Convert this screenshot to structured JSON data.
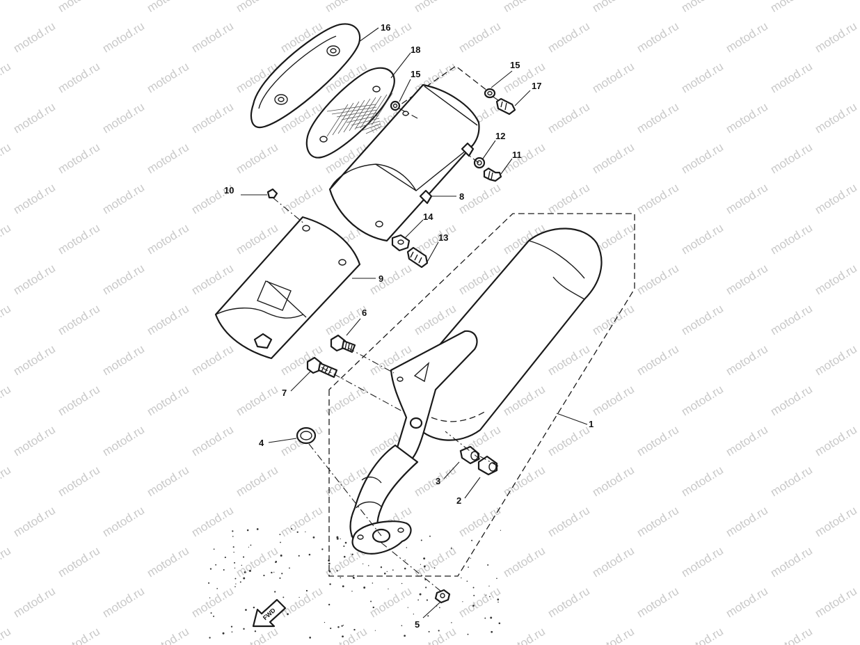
{
  "watermark": "motod.ru",
  "direction_label": "FWD",
  "callouts": [
    "1",
    "2",
    "3",
    "4",
    "5",
    "6",
    "7",
    "8",
    "9",
    "10",
    "11",
    "12",
    "13",
    "14",
    "15",
    "15",
    "16",
    "17",
    "18"
  ],
  "colors": {
    "line": "#1a1a1a",
    "watermark": "#c9c9c9",
    "background": "#ffffff"
  }
}
